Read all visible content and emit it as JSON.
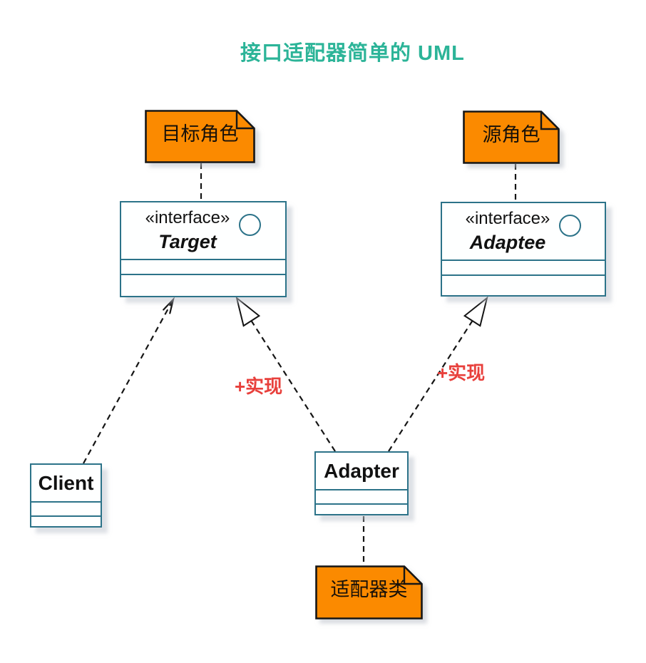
{
  "title": {
    "text": "接口适配器简单的 UML"
  },
  "notes": {
    "target_role": {
      "label": "目标角色"
    },
    "source_role": {
      "label": "源角色"
    },
    "adapter_class": {
      "label": "适配器类"
    }
  },
  "nodes": {
    "target": {
      "stereotype": "«interface»",
      "name": "Target"
    },
    "adaptee": {
      "stereotype": "«interface»",
      "name": "Adaptee"
    },
    "client": {
      "name": "Client"
    },
    "adapter": {
      "name": "Adapter"
    }
  },
  "edges": {
    "client_to_target": {
      "from": "Client",
      "to": "Target",
      "style": "dashed-open-arrow",
      "label": ""
    },
    "adapter_to_target": {
      "from": "Adapter",
      "to": "Target",
      "style": "dashed-hollow-triangle",
      "label": "+实现"
    },
    "adapter_to_adaptee": {
      "from": "Adapter",
      "to": "Adaptee",
      "style": "dashed-hollow-triangle",
      "label": "+实现"
    },
    "note_target_link": {
      "from": "目标角色",
      "to": "Target",
      "style": "dashed"
    },
    "note_source_link": {
      "from": "源角色",
      "to": "Adaptee",
      "style": "dashed"
    },
    "note_adapter_link": {
      "from": "Adapter",
      "to": "适配器类",
      "style": "dashed"
    }
  },
  "icons": {
    "interface_lollipop": "circle-outline"
  },
  "colors": {
    "title": "#2CB498",
    "node_border": "#2C7389",
    "node_fill": "#FEFFFF",
    "note_fill": "#FB8A00",
    "note_border": "#161616",
    "edge": "#151515",
    "edge_label": "#E8403C"
  }
}
